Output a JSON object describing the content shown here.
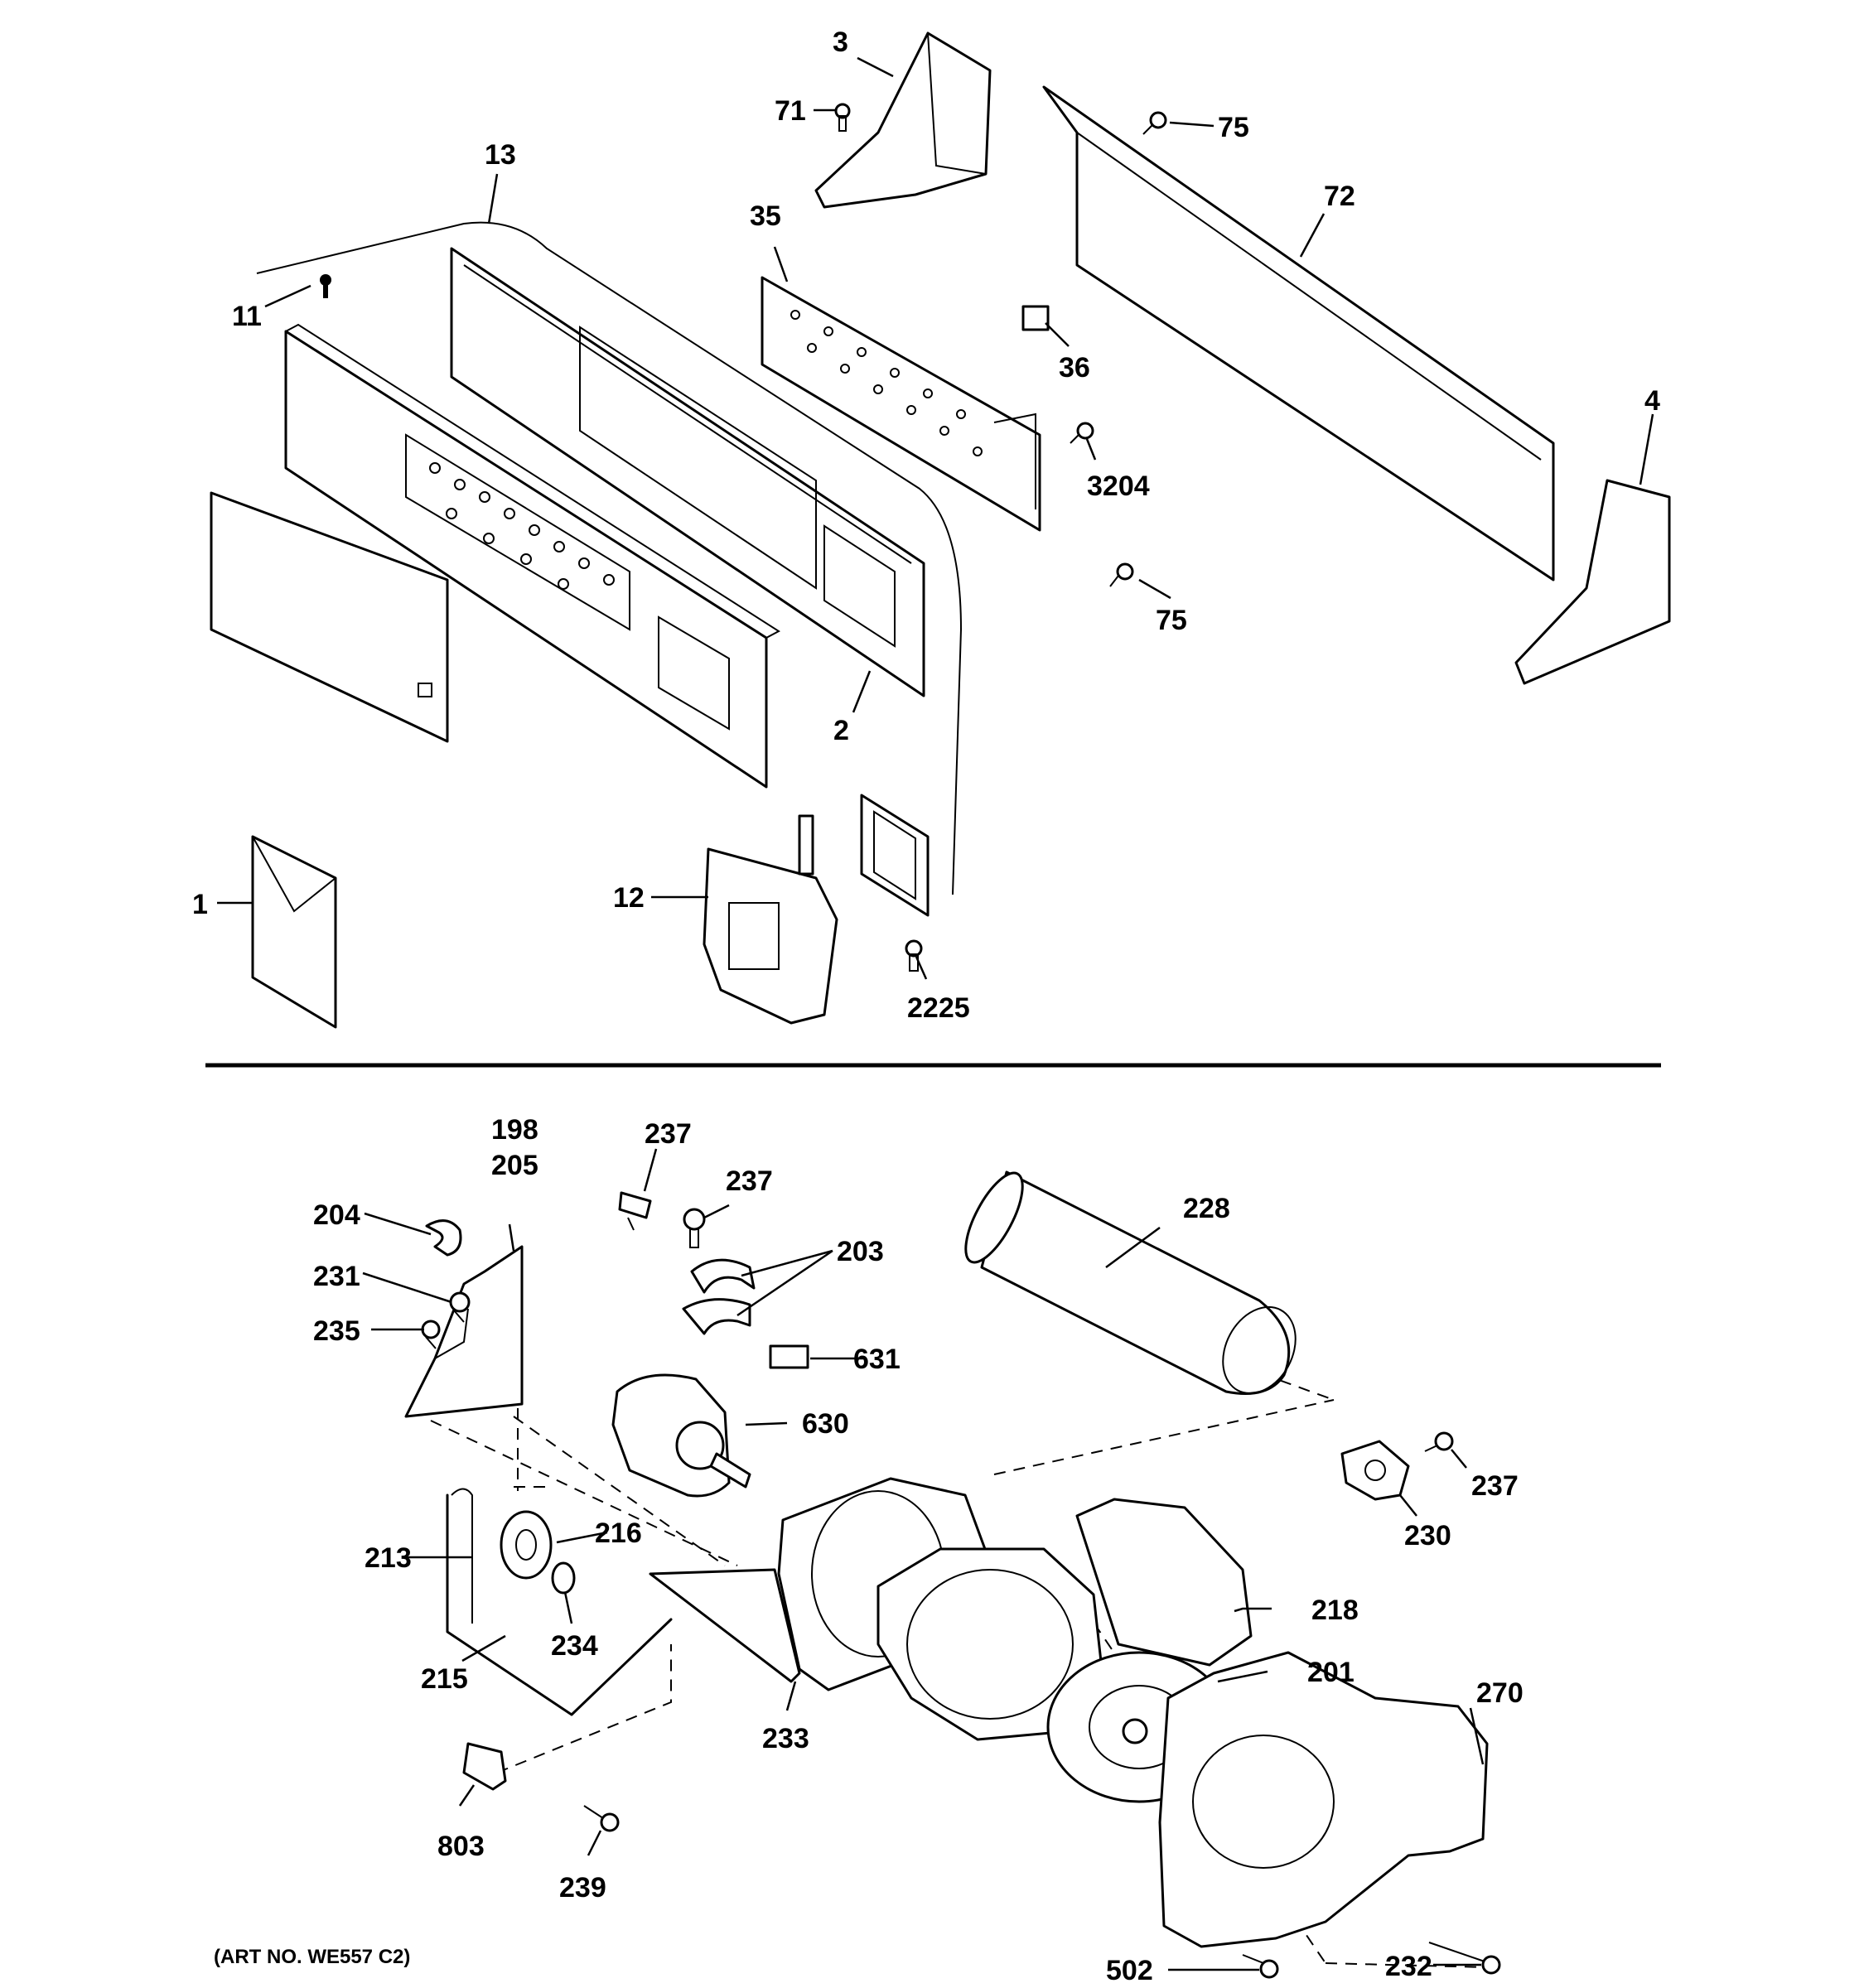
{
  "diagram": {
    "art_number": "(ART NO. WE557 C2)",
    "callouts": {
      "c1": "1",
      "c2": "2",
      "c3": "3",
      "c4": "4",
      "c11": "11",
      "c12": "12",
      "c13": "13",
      "c35": "35",
      "c36": "36",
      "c71": "71",
      "c72": "72",
      "c75a": "75",
      "c75b": "75",
      "c2225": "2225",
      "c3204": "3204",
      "c198": "198",
      "c205": "205",
      "c204": "204",
      "c231": "231",
      "c235": "235",
      "c237a": "237",
      "c237b": "237",
      "c237c": "237",
      "c203": "203",
      "c631": "631",
      "c630": "630",
      "c228": "228",
      "c216": "216",
      "c213": "213",
      "c234": "234",
      "c215": "215",
      "c233": "233",
      "c218": "218",
      "c201": "201",
      "c230": "230",
      "c270": "270",
      "c803": "803",
      "c239": "239",
      "c502": "502",
      "c232": "232"
    }
  }
}
